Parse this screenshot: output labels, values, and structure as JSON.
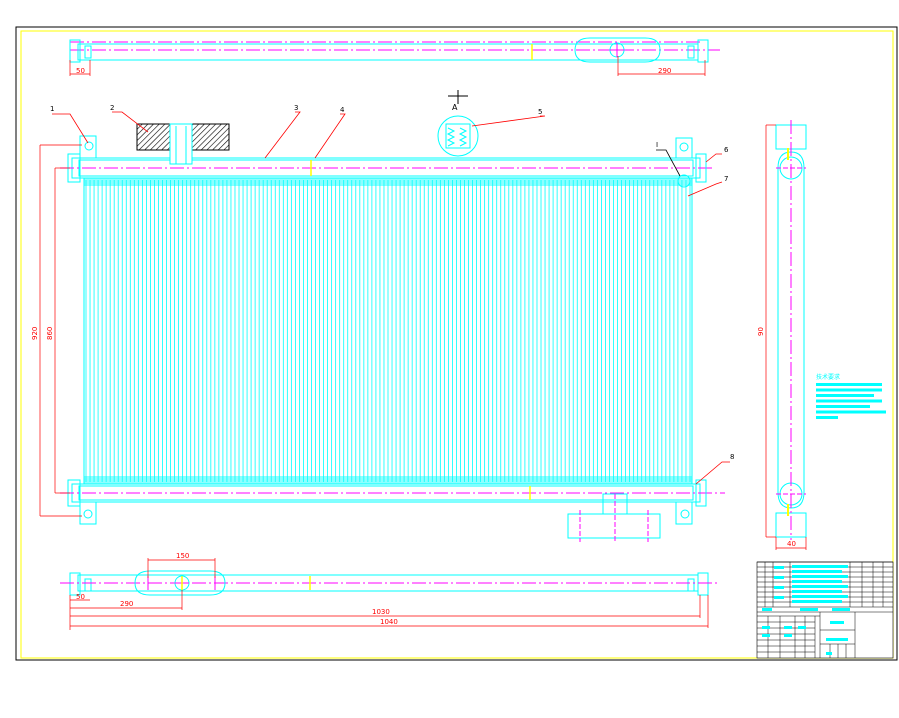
{
  "drawing": {
    "title": "",
    "colors": {
      "background": "#ffffff",
      "outer_frame": "#000000",
      "inner_frame": "#ffff00",
      "geometry": "#00ffff",
      "centerline": "#ff00ff",
      "leader": "#ff0000",
      "dimension": "#ff0000",
      "accent": "#ffff00",
      "hatch": "#000000",
      "notes_text": "#00ffff"
    },
    "balloons": [
      "1",
      "2",
      "3",
      "4",
      "5",
      "6",
      "7",
      "8"
    ],
    "detail_label": "I",
    "section_label": "A",
    "dimensions": {
      "top_left": "50",
      "top_right": "290",
      "left_outer": "920",
      "left_inner": "860",
      "side_height": "90",
      "side_bottom": "40",
      "bottom_between_holes": "150",
      "bottom_left": "50",
      "bottom_offset": "290",
      "bottom_inner": "1030",
      "bottom_total": "1040"
    },
    "notes": {
      "heading": "技术要求",
      "line_count": 7
    },
    "title_block": {
      "name": ""
    },
    "tube_count": 150
  }
}
